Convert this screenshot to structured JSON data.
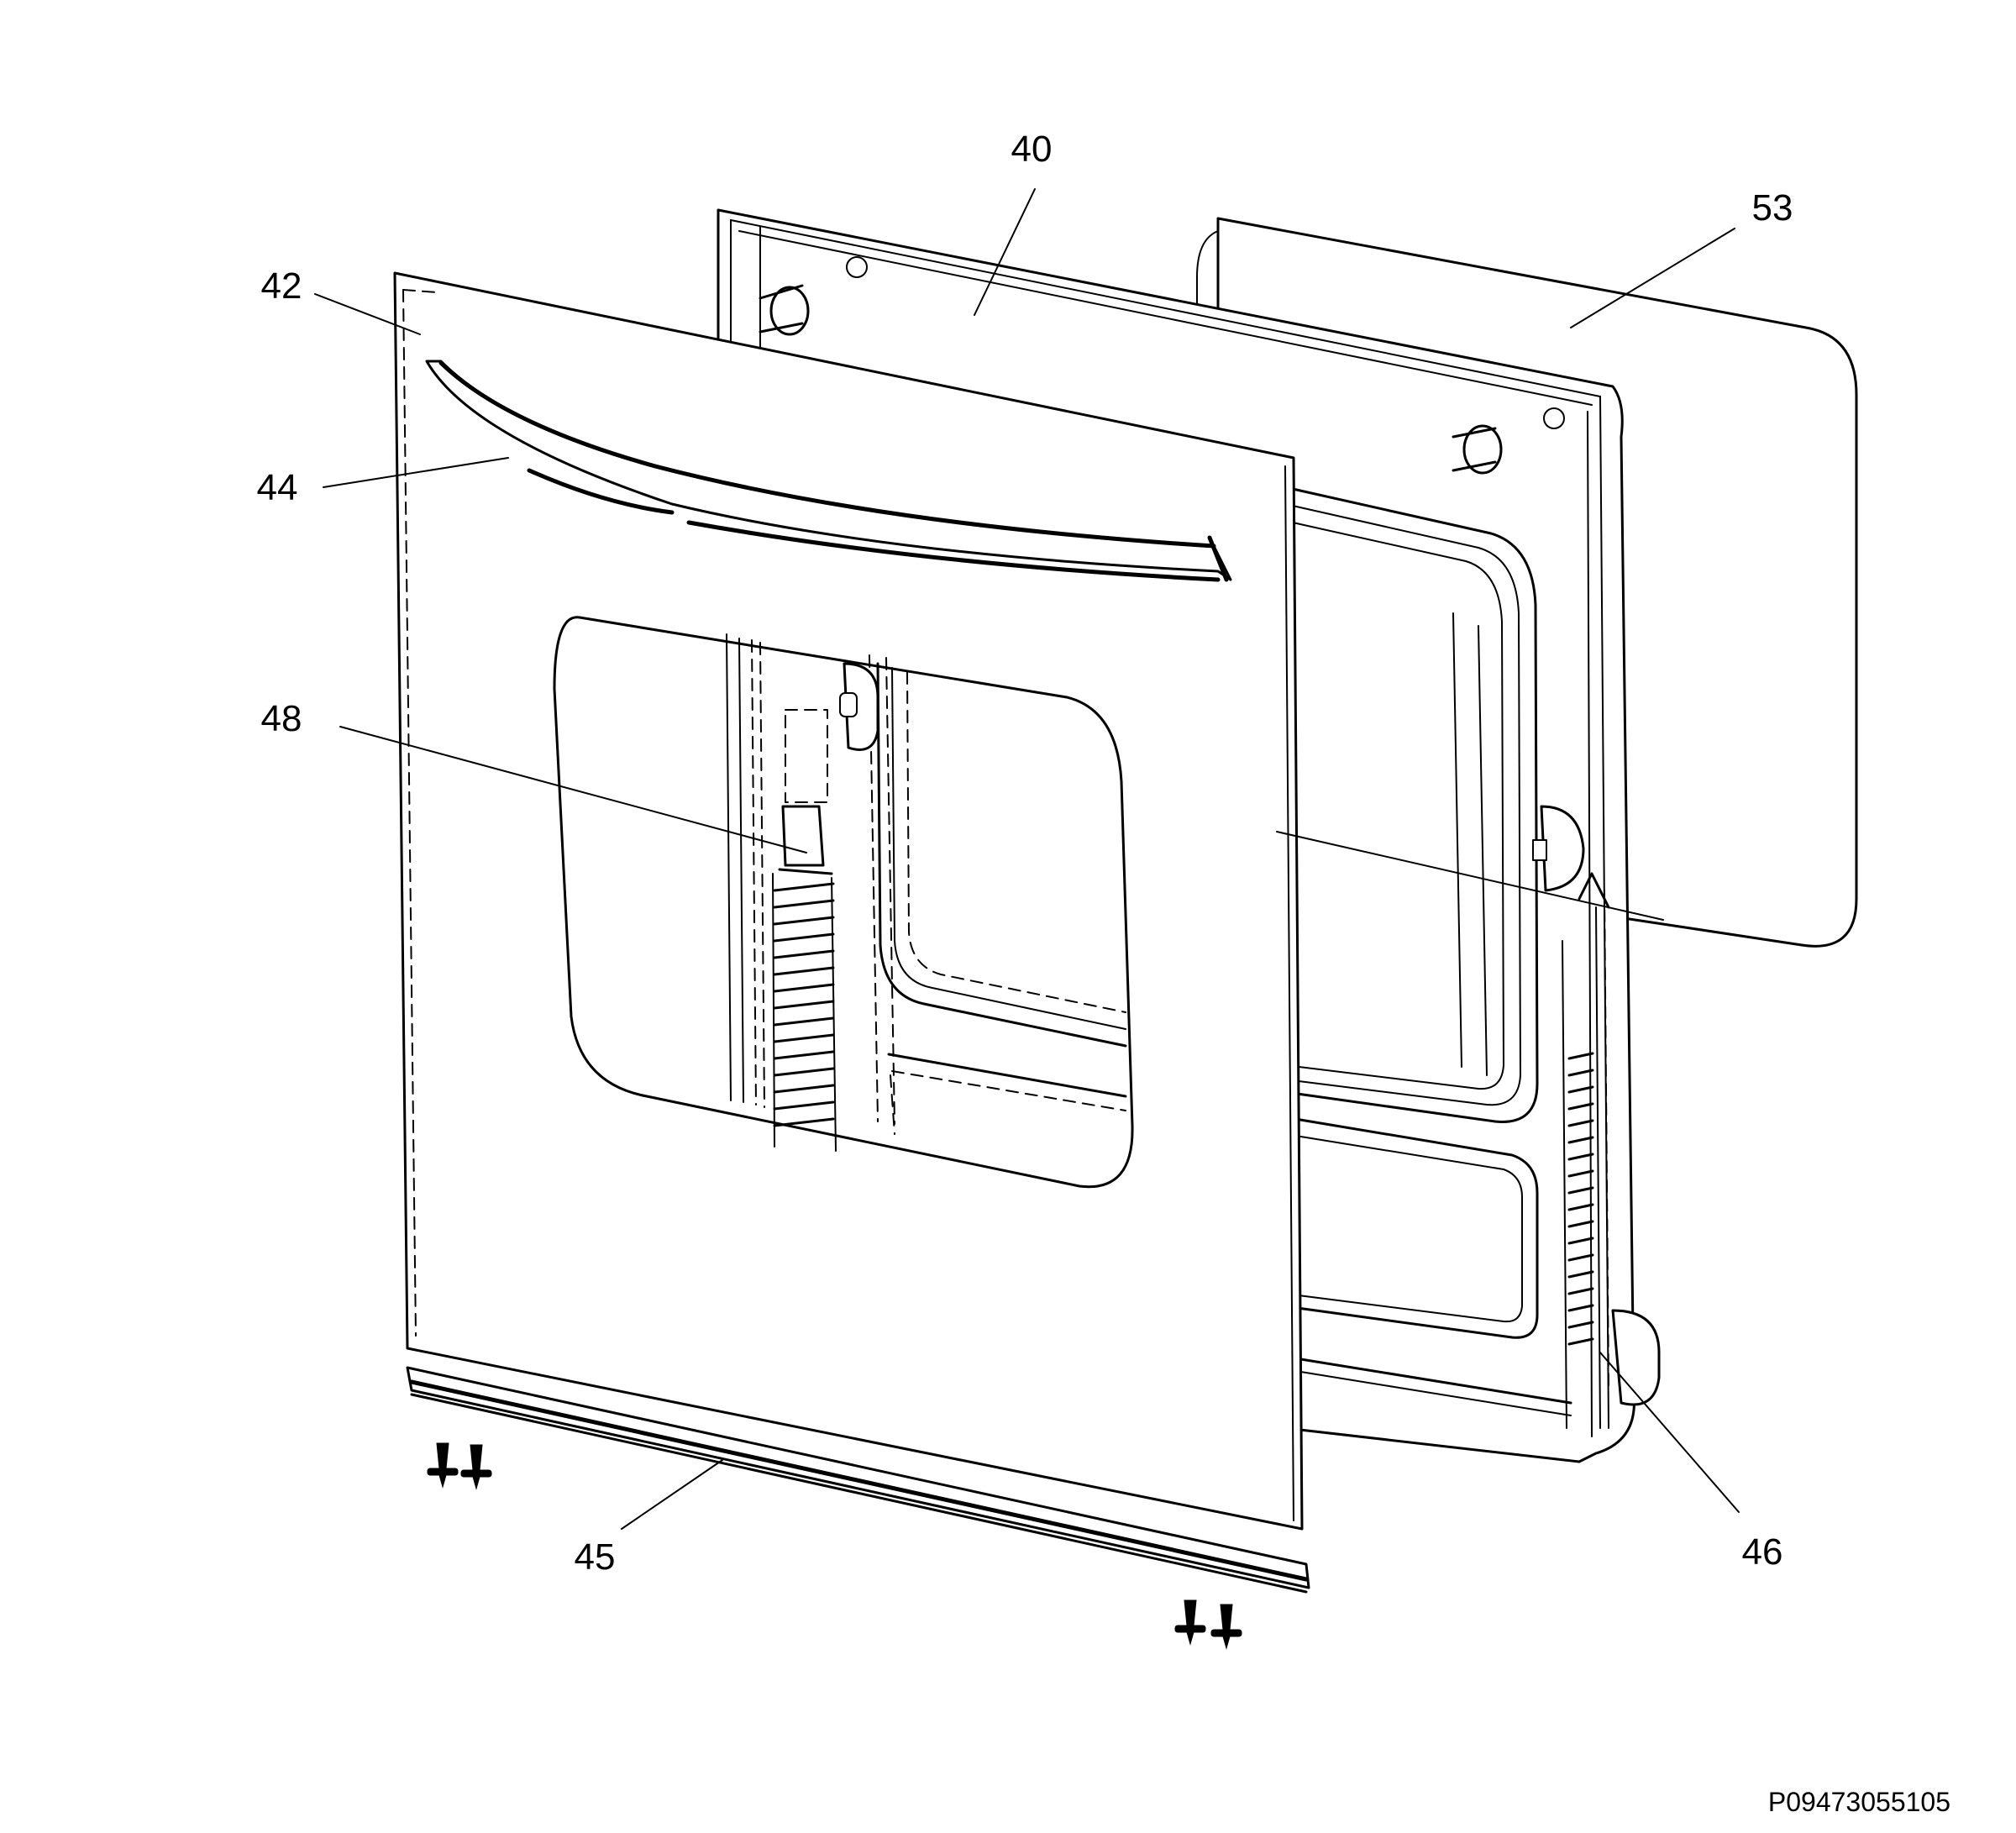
{
  "labels": {
    "l40": "40",
    "l42": "42",
    "l44": "44",
    "l45": "45",
    "l46": "46",
    "l48": "48",
    "l53": "53"
  },
  "drawing_code": "P09473055105",
  "colors": {
    "line": "#000000",
    "background": "#ffffff"
  }
}
